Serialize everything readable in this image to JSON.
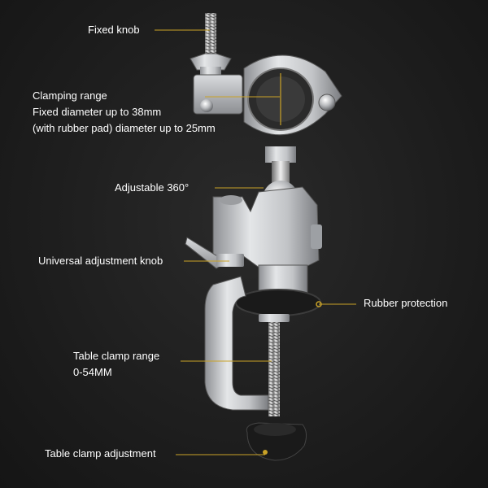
{
  "labels": {
    "fixed_knob": "Fixed knob",
    "clamping_range": {
      "title": "Clamping range",
      "fixed_diameter": "Fixed diameter up to 38mm",
      "rubber_pad_diameter": "(with rubber pad) diameter up to 25mm"
    },
    "adjustable": "Adjustable 360°",
    "universal_knob": "Universal adjustment knob",
    "rubber_protection": "Rubber protection",
    "table_clamp_range": {
      "title": "Table clamp range",
      "value": "0-54MM"
    },
    "table_clamp_adjustment": "Table clamp adjustment"
  },
  "colors": {
    "background": "#1d1d1d",
    "callout_line": "#c9a227",
    "label_text": "#ffffff",
    "metal": "#c7c9cc",
    "rubber": "#1a1a1a"
  }
}
